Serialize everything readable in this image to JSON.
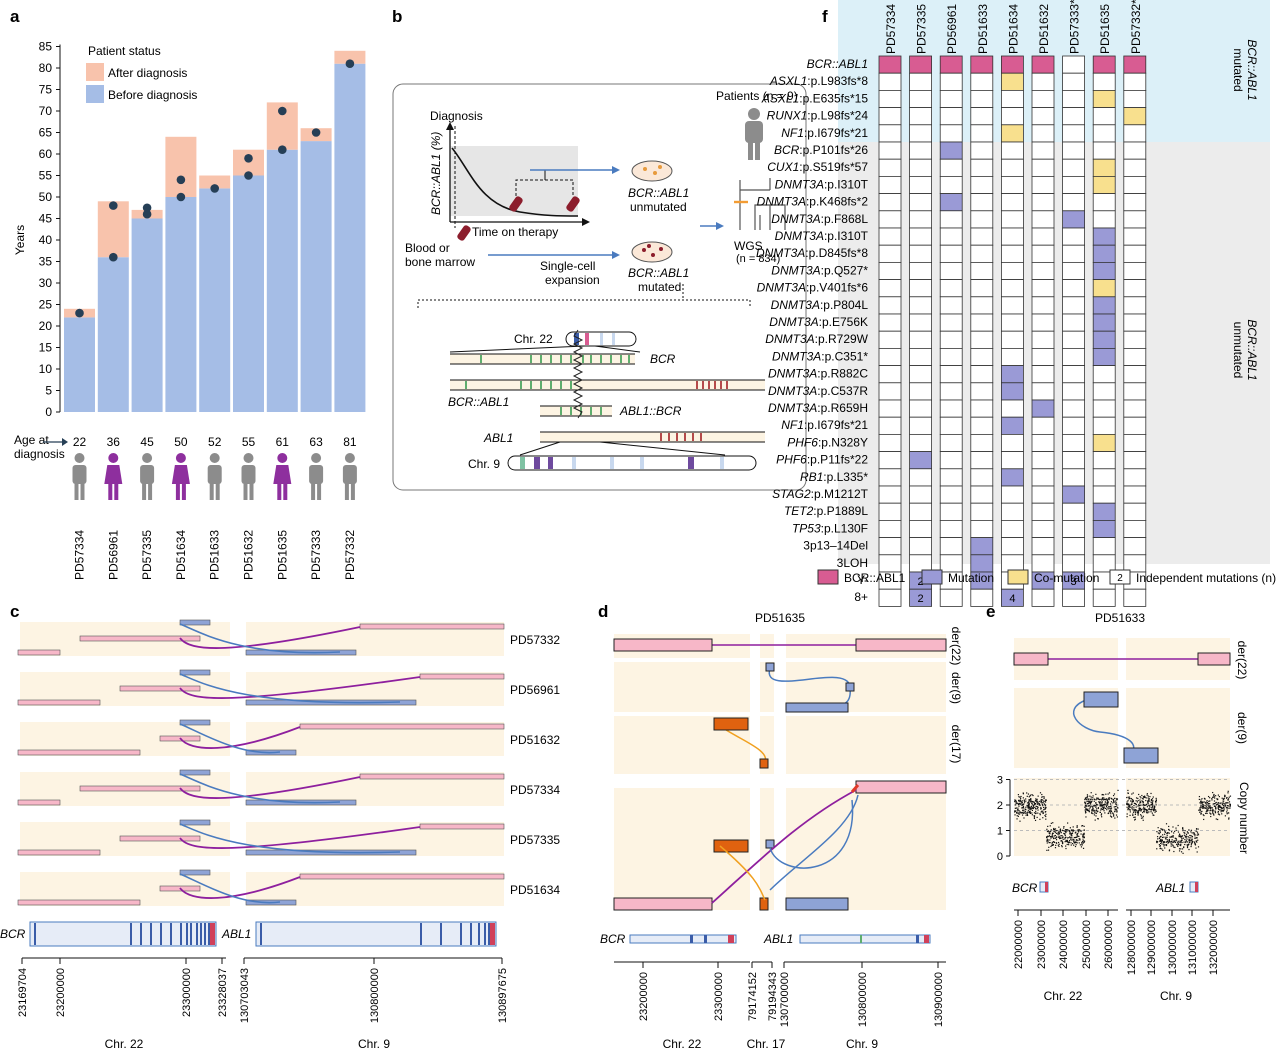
{
  "panel_labels": {
    "a": "a",
    "b": "b",
    "c": "c",
    "d": "d",
    "e": "e",
    "f": "f"
  },
  "colors": {
    "before": "#a5bde6",
    "after": "#f8c3ac",
    "dot": "#263f56",
    "bcrabl": "#d85c92",
    "mutation": "#9a9ad6",
    "comutation": "#f8e08e",
    "cream": "#fdf4e3",
    "pink": "#f7b7c8",
    "blue_bar": "#8ea3d6",
    "orange": "#e0620f",
    "purple_line": "#8e1f9e",
    "blue_line": "#4a7bbf",
    "grey_person": "#8c8c8c",
    "purple_person": "#8e2f9e",
    "f_header_bg": "#dcf0f8",
    "f_body_bg": "#ececec"
  },
  "panel_a": {
    "legend_title": "Patient status",
    "legend_after": "After diagnosis",
    "legend_before": "Before diagnosis",
    "ylabel": "Years",
    "age_label_1": "Age at",
    "age_label_2": "diagnosis"
  },
  "chart_data": {
    "type": "bar",
    "categories": [
      "PD57334",
      "PD56961",
      "PD57335",
      "PD51634",
      "PD51633",
      "PD51632",
      "PD51635",
      "PD57333",
      "PD57332"
    ],
    "ylim": [
      0,
      85
    ],
    "yticks": [
      0,
      5,
      10,
      15,
      20,
      25,
      30,
      35,
      40,
      45,
      50,
      55,
      60,
      65,
      70,
      75,
      80,
      85
    ],
    "ages_at_diagnosis": [
      "22",
      "36",
      "45",
      "50",
      "52",
      "55",
      "61",
      "63",
      "81"
    ],
    "sex": [
      "M",
      "F",
      "M",
      "F",
      "M",
      "M",
      "F",
      "M",
      "M"
    ],
    "series": [
      {
        "name": "Before diagnosis",
        "values": [
          22,
          36,
          45,
          50,
          52,
          55,
          61,
          63,
          81
        ]
      },
      {
        "name": "After diagnosis",
        "values": [
          2,
          13,
          2,
          14,
          3,
          6,
          11,
          3,
          3
        ]
      }
    ],
    "sample_dots": [
      [
        23
      ],
      [
        36,
        48
      ],
      [
        46,
        47.5
      ],
      [
        50,
        54
      ],
      [
        52
      ],
      [
        55,
        59
      ],
      [
        61,
        70
      ],
      [
        65
      ],
      [
        81
      ]
    ]
  },
  "panel_b": {
    "diagnosis": "Diagnosis",
    "ylabel": "BCR::ABL1 (%)",
    "xlabel": "Time on therapy",
    "blood_1": "Blood or",
    "blood_2": "bone marrow",
    "single_1": "Single-cell",
    "single_2": "expansion",
    "unmut_1": "BCR::ABL1",
    "unmut_2": "unmutated",
    "mut_1": "BCR::ABL1",
    "mut_2": "mutated",
    "patients": "Patients (n = 9)",
    "wgs_1": "WGS",
    "wgs_2": "(n = 834)",
    "chr22": "Chr. 22",
    "bcr": "BCR",
    "bcrabl": "BCR::ABL1",
    "ablbcr": "ABL1::BCR",
    "abl1": "ABL1",
    "chr9": "Chr. 9"
  },
  "panel_c": {
    "patients": [
      "PD57332",
      "PD56961",
      "PD51632",
      "PD57334",
      "PD57335",
      "PD51634"
    ],
    "bcr": "BCR",
    "abl1": "ABL1",
    "ticks": [
      "23169704",
      "23200000",
      "23300000",
      "23328037",
      "130703043",
      "130800000",
      "130897675"
    ],
    "chr22": "Chr. 22",
    "chr9": "Chr. 9"
  },
  "panel_d": {
    "title": "PD51635",
    "tracks": [
      "der(22)",
      "der(9)",
      "der(17)"
    ],
    "bcr": "BCR",
    "abl1": "ABL1",
    "ticks": [
      "23200000",
      "23300000",
      "79174152",
      "79194343",
      "130700000",
      "130800000",
      "130900000"
    ],
    "chr22": "Chr. 22",
    "chr17": "Chr. 17",
    "chr9": "Chr. 9"
  },
  "panel_e": {
    "title": "PD51633",
    "tracks": [
      "der(22)",
      "der(9)"
    ],
    "copy_label": "Copy number",
    "cn_ticks": [
      "0",
      "1",
      "2",
      "3"
    ],
    "bcr": "BCR",
    "abl1": "ABL1",
    "ticks": [
      "22000000",
      "23000000",
      "24000000",
      "25000000",
      "26000000",
      "128000000",
      "129000000",
      "130000000",
      "131000000",
      "132000000"
    ],
    "chr22": "Chr. 22",
    "chr9": "Chr. 9"
  },
  "panel_f": {
    "patients": [
      "PD57334",
      "PD57335",
      "PD56961",
      "PD51633",
      "PD51634",
      "PD51632",
      "PD57333*",
      "PD51635",
      "PD57332*"
    ],
    "mutated_label_1": "BCR::ABL1",
    "mutated_label_2": "mutated",
    "unmutated_label_1": "BCR::ABL1",
    "unmutated_label_2": "unmutated",
    "rows_mut": [
      {
        "gene": "BCR::ABL1",
        "var": ""
      },
      {
        "gene": "ASXL1",
        "var": ":p.L983fs*8"
      },
      {
        "gene": "ASXL1",
        "var": ":p.E635fs*15"
      },
      {
        "gene": "RUNX1",
        "var": ":p.L98fs*24"
      },
      {
        "gene": "NF1",
        "var": ":p.I679fs*21"
      }
    ],
    "rows_unmut": [
      {
        "gene": "BCR",
        "var": ":p.P101fs*26"
      },
      {
        "gene": "CUX1",
        "var": ":p.S519fs*57"
      },
      {
        "gene": "DNMT3A",
        "var": ":p.I310T"
      },
      {
        "gene": "DNMT3A",
        "var": ":p.K468fs*2"
      },
      {
        "gene": "DNMT3A",
        "var": ":p.F868L"
      },
      {
        "gene": "DNMT3A",
        "var": ":p.I310T"
      },
      {
        "gene": "DNMT3A",
        "var": ":p.D845fs*8"
      },
      {
        "gene": "DNMT3A",
        "var": ":p.Q527*"
      },
      {
        "gene": "DNMT3A",
        "var": ":p.V401fs*6"
      },
      {
        "gene": "DNMT3A",
        "var": ":p.P804L"
      },
      {
        "gene": "DNMT3A",
        "var": ":p.E756K"
      },
      {
        "gene": "DNMT3A",
        "var": ":p.R729W"
      },
      {
        "gene": "DNMT3A",
        "var": ":p.C351*"
      },
      {
        "gene": "DNMT3A",
        "var": ":p.R882C"
      },
      {
        "gene": "DNMT3A",
        "var": ":p.C537R"
      },
      {
        "gene": "DNMT3A",
        "var": ":p.R659H"
      },
      {
        "gene": "NF1",
        "var": ":p.I679fs*21"
      },
      {
        "gene": "PHF6",
        "var": ":p.N328Y"
      },
      {
        "gene": "PHF6",
        "var": ":p.P11fs*22"
      },
      {
        "gene": "RB1",
        "var": ":p.L335*"
      },
      {
        "gene": "STAG2",
        "var": ":p.M1212T"
      },
      {
        "gene": "TET2",
        "var": ":p.P1889L"
      },
      {
        "gene": "TP53",
        "var": ":p.L130F"
      },
      {
        "gene": "",
        "var": "3p13–14Del"
      },
      {
        "gene": "",
        "var": "3LOH"
      },
      {
        "gene": "",
        "var": "Y-"
      },
      {
        "gene": "",
        "var": "8+"
      }
    ],
    "cells_mut": [
      {
        "r": 0,
        "c": 0,
        "t": "B"
      },
      {
        "r": 0,
        "c": 1,
        "t": "B"
      },
      {
        "r": 0,
        "c": 2,
        "t": "B"
      },
      {
        "r": 0,
        "c": 3,
        "t": "B"
      },
      {
        "r": 0,
        "c": 4,
        "t": "B"
      },
      {
        "r": 0,
        "c": 5,
        "t": "B"
      },
      {
        "r": 0,
        "c": 7,
        "t": "B"
      },
      {
        "r": 0,
        "c": 8,
        "t": "B"
      },
      {
        "r": 1,
        "c": 4,
        "t": "C"
      },
      {
        "r": 2,
        "c": 7,
        "t": "C"
      },
      {
        "r": 3,
        "c": 8,
        "t": "C"
      },
      {
        "r": 4,
        "c": 4,
        "t": "C"
      }
    ],
    "cells_unmut": [
      {
        "r": 0,
        "c": 2,
        "t": "M"
      },
      {
        "r": 1,
        "c": 7,
        "t": "C"
      },
      {
        "r": 2,
        "c": 7,
        "t": "C"
      },
      {
        "r": 3,
        "c": 2,
        "t": "M"
      },
      {
        "r": 4,
        "c": 6,
        "t": "M"
      },
      {
        "r": 5,
        "c": 7,
        "t": "M"
      },
      {
        "r": 6,
        "c": 7,
        "t": "M"
      },
      {
        "r": 7,
        "c": 7,
        "t": "M"
      },
      {
        "r": 8,
        "c": 7,
        "t": "C"
      },
      {
        "r": 9,
        "c": 7,
        "t": "M"
      },
      {
        "r": 10,
        "c": 7,
        "t": "M"
      },
      {
        "r": 11,
        "c": 7,
        "t": "M"
      },
      {
        "r": 12,
        "c": 7,
        "t": "M"
      },
      {
        "r": 13,
        "c": 4,
        "t": "M"
      },
      {
        "r": 14,
        "c": 4,
        "t": "M"
      },
      {
        "r": 15,
        "c": 5,
        "t": "M"
      },
      {
        "r": 16,
        "c": 4,
        "t": "M"
      },
      {
        "r": 17,
        "c": 7,
        "t": "C"
      },
      {
        "r": 18,
        "c": 1,
        "t": "M"
      },
      {
        "r": 19,
        "c": 4,
        "t": "M"
      },
      {
        "r": 20,
        "c": 6,
        "t": "M"
      },
      {
        "r": 21,
        "c": 7,
        "t": "M"
      },
      {
        "r": 22,
        "c": 7,
        "t": "M"
      },
      {
        "r": 23,
        "c": 3,
        "t": "M"
      },
      {
        "r": 24,
        "c": 3,
        "t": "M"
      },
      {
        "r": 25,
        "c": 1,
        "t": "M",
        "n": "2"
      },
      {
        "r": 25,
        "c": 3,
        "t": "M"
      },
      {
        "r": 25,
        "c": 5,
        "t": "M"
      },
      {
        "r": 25,
        "c": 6,
        "t": "M",
        "n": "3"
      },
      {
        "r": 26,
        "c": 1,
        "t": "M",
        "n": "2"
      },
      {
        "r": 26,
        "c": 4,
        "t": "M",
        "n": "4"
      }
    ],
    "legend": {
      "bcrabl": "BCR::ABL1",
      "mutation": "Mutation",
      "comutation": "Co-mutation",
      "independent_n": "2",
      "independent": "Independent mutations (n)"
    }
  }
}
